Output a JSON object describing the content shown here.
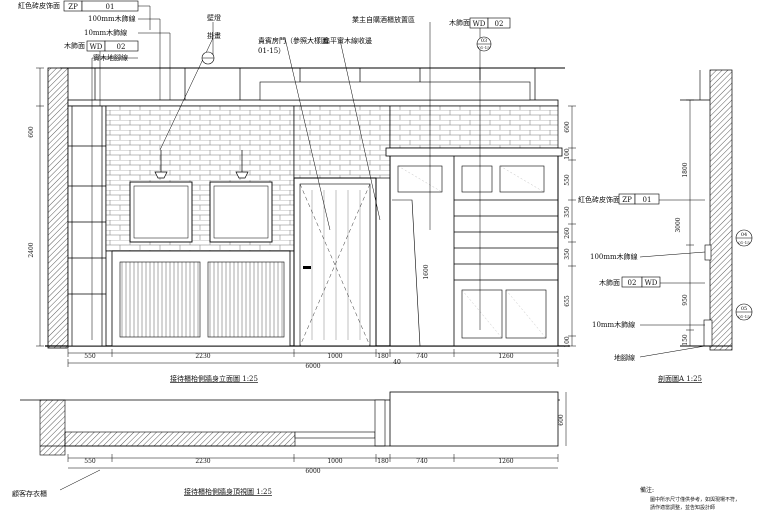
{
  "drawing_title": "接待櫃枱側牆身立面圖 1:25",
  "plan_title": "接待櫃枱側牆身頂視圖 1:25",
  "section_title": "剖面圖A 1:25",
  "callouts": {
    "red_brick": "紅色砖皮饰面",
    "red_brick_code": "ZP",
    "red_brick_num": "01",
    "wood_line": "100mm木飾線",
    "wood_line_2": "10mm木飾線",
    "wood_finish": "木飾面",
    "wood_code": "WD",
    "wood_num": "02",
    "skirting": "實木地腳線",
    "wall_lamp": "壁燈",
    "picture": "掛畫",
    "vip_door": "貴賓房門（參照大樣圖01-15）",
    "flat_wood": "扁平實木線收邊",
    "wine_cabinet": "業主自購酒櫃放置區",
    "right_wood": "木飾面",
    "right_wood_code": "WD",
    "right_wood_num": "02",
    "customer_wardrobe": "顧客存衣櫃"
  },
  "section": {
    "red_brick": "紅色砖皮饰面",
    "zp": "ZP",
    "zp_num": "01",
    "wood_line": "100mm木飾線",
    "wood_finish": "木飾面",
    "wd_num": "02",
    "wd": "WD",
    "line10": "10mm木飾線",
    "skirting": "地腳線",
    "marker1_top": "04",
    "marker1_bot": "01-15",
    "marker2_top": "05",
    "marker2_bot": "01-15",
    "dims": [
      "1800",
      "3000",
      "950",
      "150"
    ]
  },
  "door_marker": {
    "top": "03",
    "bot": "01-15"
  },
  "dims_bottom": [
    "550",
    "2230",
    "1000",
    "180",
    "740",
    "1260"
  ],
  "dim_bottom_small": "40",
  "dim_total": "6000",
  "dims_left": [
    "600",
    "2400"
  ],
  "dims_right": [
    "600",
    "100",
    "550",
    "350",
    "260",
    "350",
    "655",
    "100"
  ],
  "dim_cabinet_height": "1600",
  "plan_dims": [
    "550",
    "2230",
    "1000",
    "180",
    "740",
    "1260"
  ],
  "plan_total": "6000",
  "plan_depth": "600",
  "notes_title": "備注:",
  "notes": [
    "圖中所示尺寸僅供參考，如與現場不符，",
    "請作適當調整，並告知設計師"
  ]
}
